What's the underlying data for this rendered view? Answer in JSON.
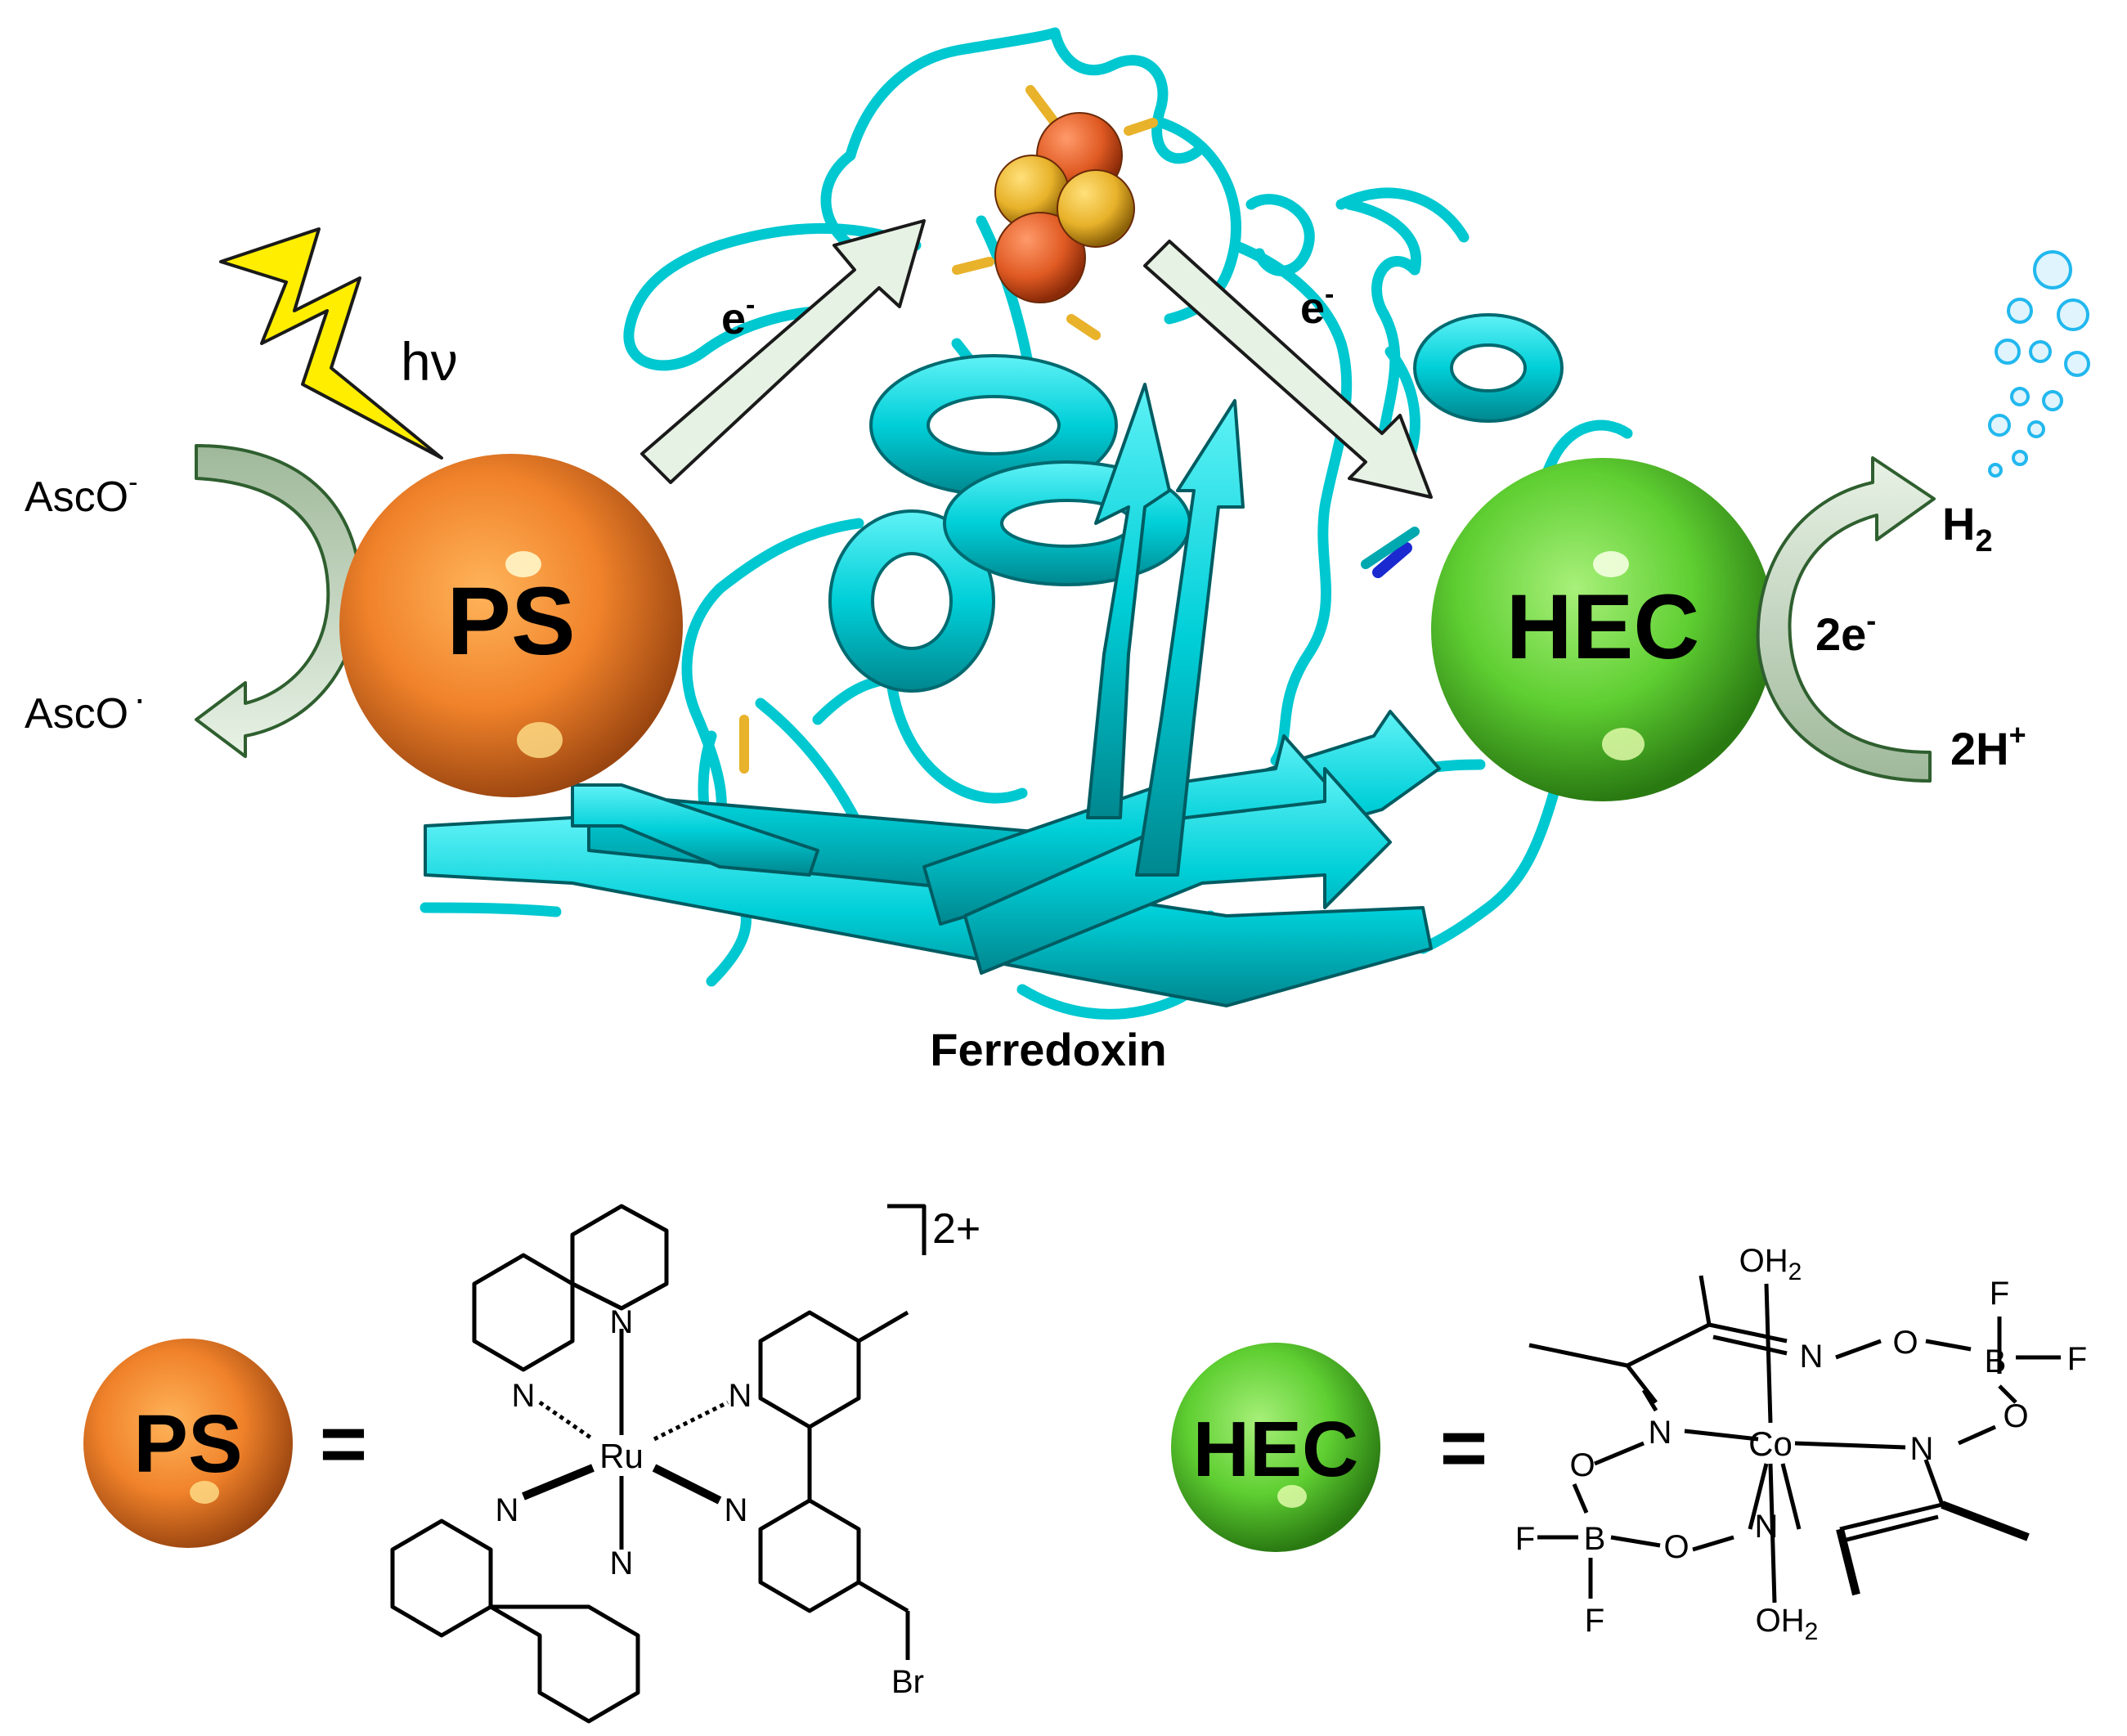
{
  "colors": {
    "protein": "#00d4dc",
    "protein_dark": "#008a92",
    "ps": "#f0822a",
    "hec": "#5fcf32",
    "arrow_fill": "#e6f2e4",
    "curve_arrow": "#2f5f2f",
    "bubble": "#22b8ee",
    "bolt": "#ffee00",
    "fe": "#e05a23",
    "s": "#e8b22a"
  },
  "top": {
    "light_label": "hν",
    "ps_label": "PS",
    "hec_label": "HEC",
    "electron_left": "e",
    "electron_right": "e",
    "electron_sup": "-",
    "protein_label": "Ferredoxin",
    "asc_top": "AscO",
    "asc_top_sup": "-",
    "asc_bottom": "AscO",
    "asc_bottom_sup": "·",
    "h2": "H",
    "h2_sub": "2",
    "two_e": "2e",
    "two_e_sup": "-",
    "two_h": "2H",
    "two_h_sup": "+"
  },
  "bottom": {
    "ps_label": "PS",
    "hec_label": "HEC",
    "equals": "=",
    "ru_charge": "2+",
    "atoms": {
      "ru": "Ru",
      "co": "Co",
      "n": "N",
      "o": "O",
      "b": "B",
      "f": "F",
      "br": "Br",
      "oh": "OH",
      "oh_sub": "2"
    }
  }
}
